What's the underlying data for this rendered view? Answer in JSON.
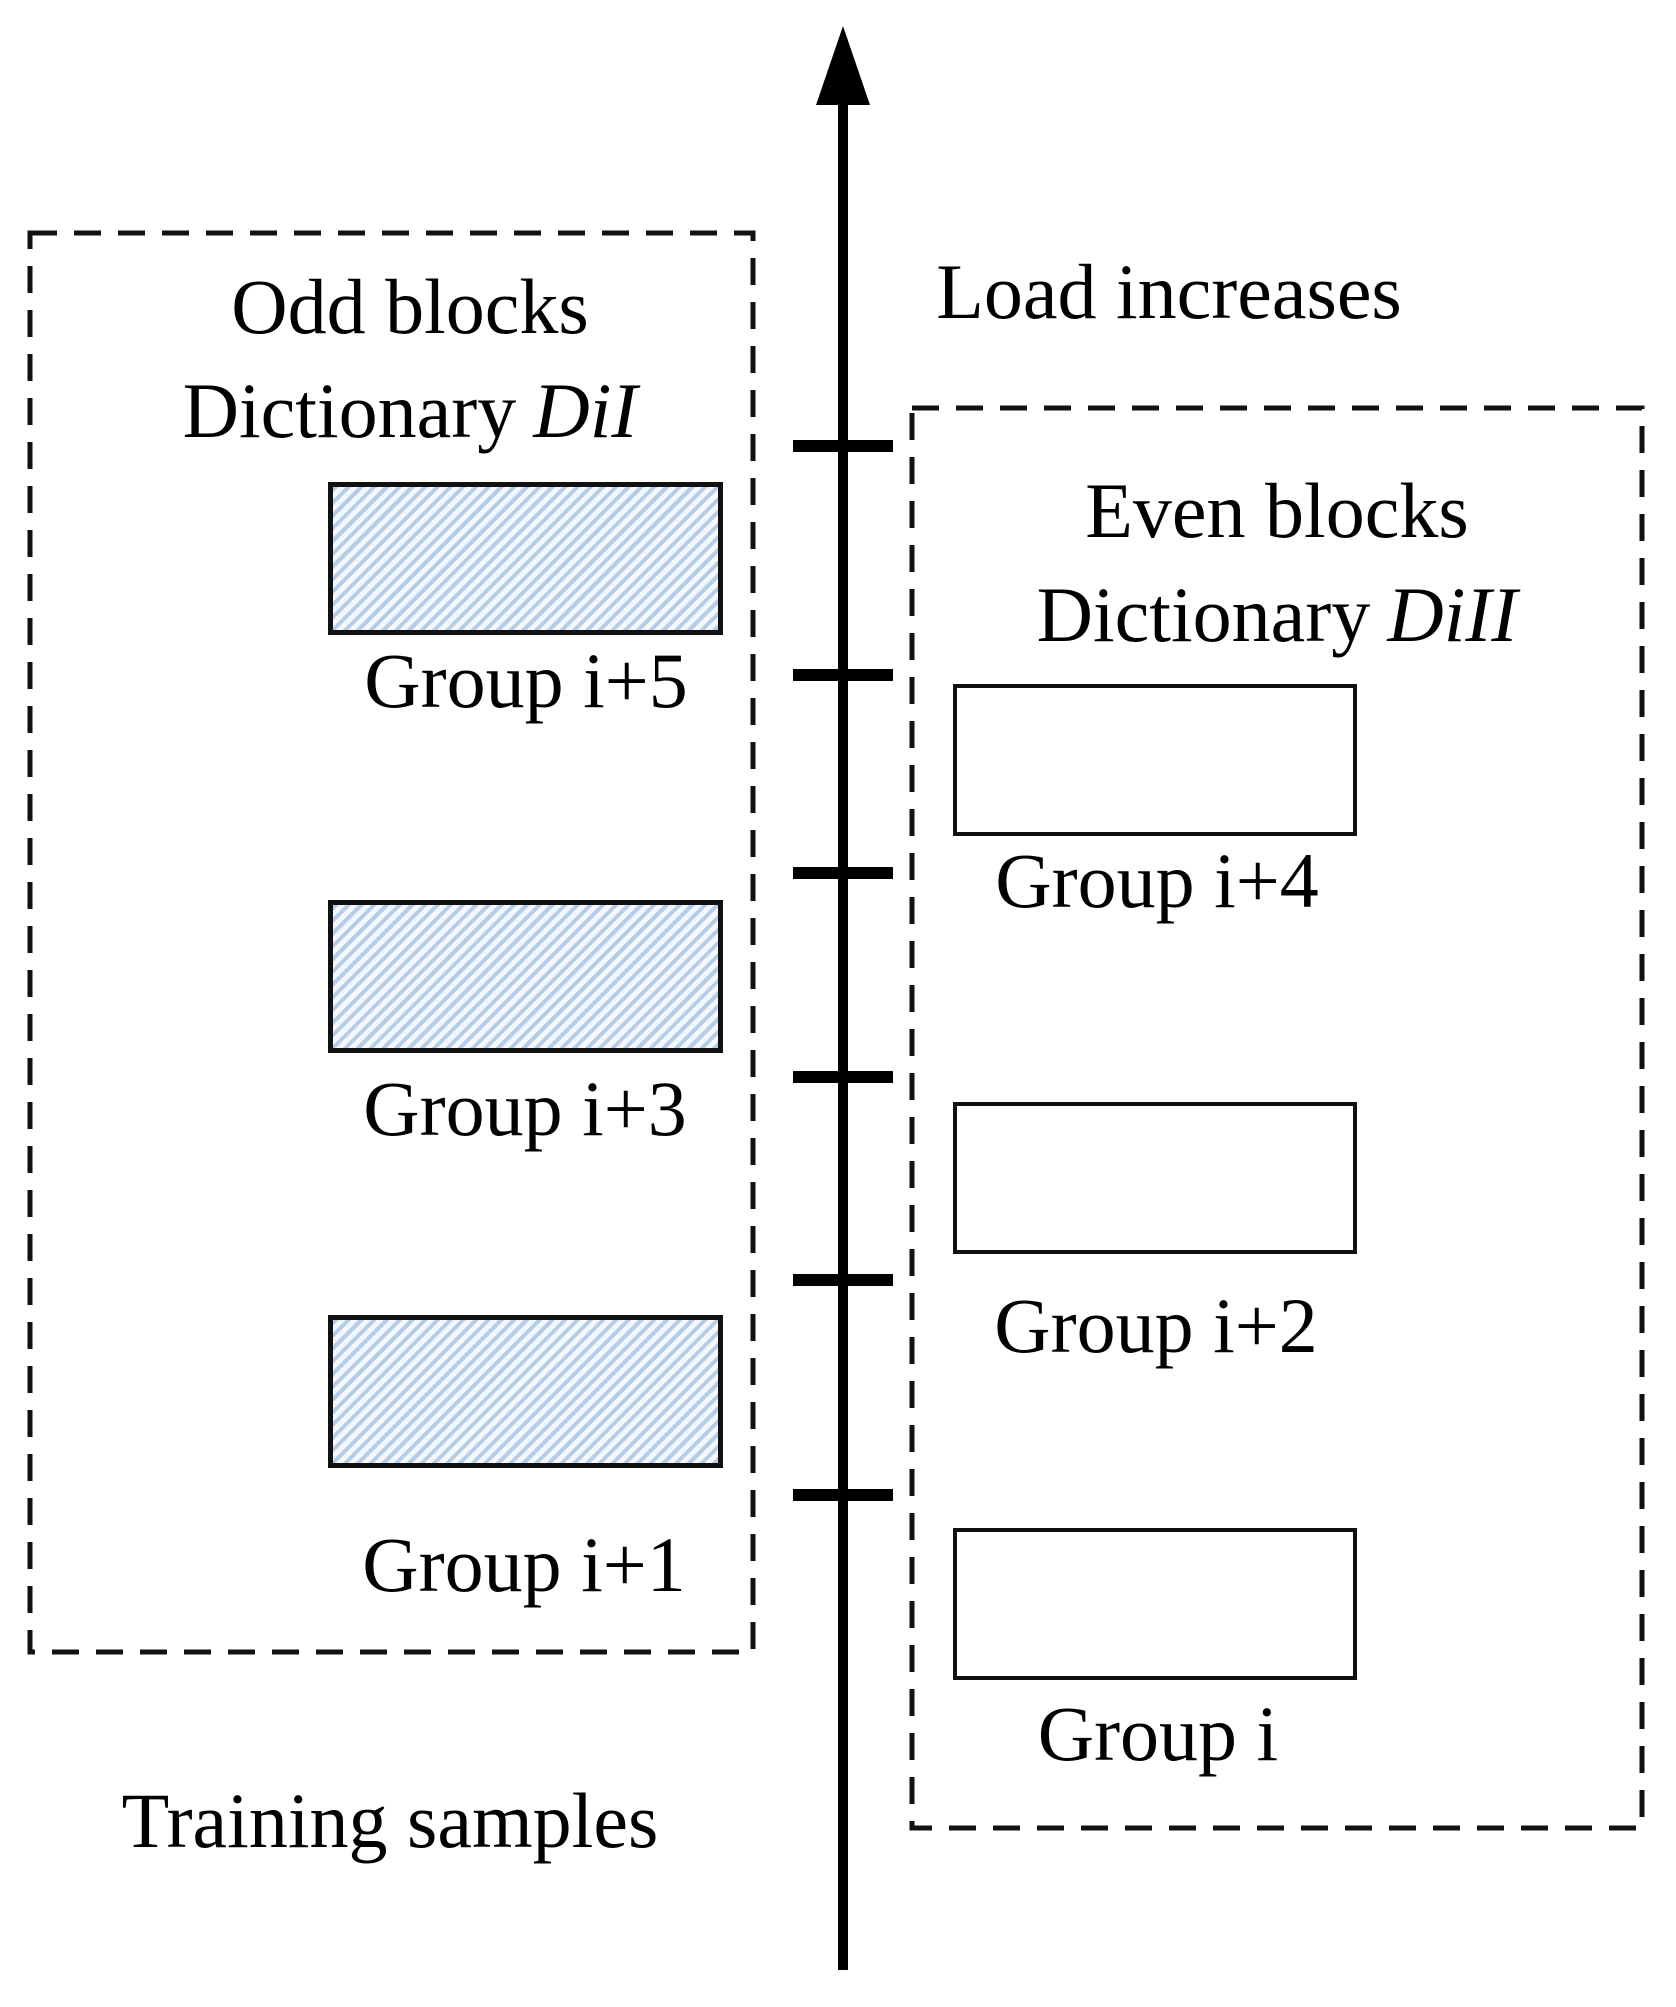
{
  "figure": {
    "axis_label": "Load increases",
    "left_panel": {
      "title_line1": "Odd blocks",
      "title_line2_word": "Dictionary",
      "title_line2_symbol": "DiI",
      "groups": [
        "Group i+5",
        "Group i+3",
        "Group i+1"
      ]
    },
    "right_panel": {
      "title_line1": "Even blocks",
      "title_line2_word": "Dictionary",
      "title_line2_symbol": "DiII",
      "groups": [
        "Group i+4",
        "Group i+2",
        "Group i"
      ]
    },
    "caption": "Training samples",
    "colors": {
      "hatch_fill": "#b5cde9",
      "line": "#000000"
    }
  }
}
